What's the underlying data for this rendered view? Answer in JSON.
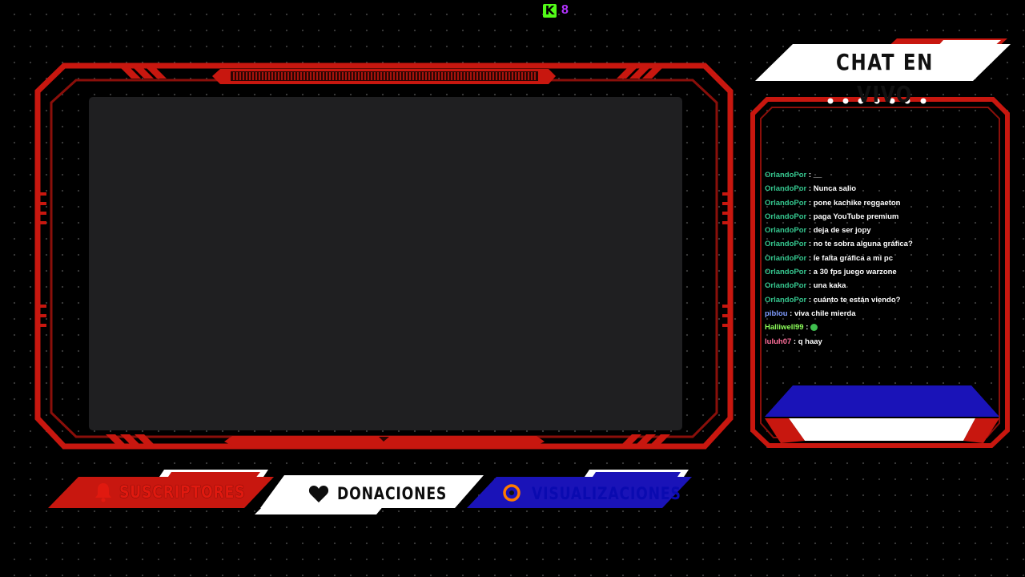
{
  "viewer_badge": {
    "icon": "kick-logo-icon",
    "count": "8"
  },
  "chat": {
    "title": "CHAT EN VIVO",
    "messages": [
      {
        "user": "OrlandoPor",
        "color": "#35c78f",
        "text": "__"
      },
      {
        "user": "OrlandoPor",
        "color": "#35c78f",
        "text": "Nunca salio"
      },
      {
        "user": "OrlandoPor",
        "color": "#35c78f",
        "text": "pone kachike reggaeton"
      },
      {
        "user": "OrlandoPor",
        "color": "#35c78f",
        "text": "paga YouTube premium"
      },
      {
        "user": "OrlandoPor",
        "color": "#35c78f",
        "text": "deja de ser jopy"
      },
      {
        "user": "OrlandoPor",
        "color": "#35c78f",
        "text": "no te sobra alguna gráfica?"
      },
      {
        "user": "OrlandoPor",
        "color": "#35c78f",
        "text": "le falta gráfica a mi pc"
      },
      {
        "user": "OrlandoPor",
        "color": "#35c78f",
        "text": "a 30 fps juego warzone"
      },
      {
        "user": "OrlandoPor",
        "color": "#35c78f",
        "text": "una kaka"
      },
      {
        "user": "OrlandoPor",
        "color": "#35c78f",
        "text": "cuánto te están viendo?"
      },
      {
        "user": "piblou",
        "color": "#7f9cff",
        "text": "viva chile mierda"
      },
      {
        "user": "Halliwell99",
        "color": "#8dff5b",
        "text": ""
      },
      {
        "user": "luluh07",
        "color": "#ff6f9b",
        "text": "q haay"
      }
    ]
  },
  "stats": {
    "subscribers": {
      "label": "SUSCRIPTORES",
      "icon": "bell-icon",
      "color": "#c8170f"
    },
    "donations": {
      "label": "DONACIONES",
      "icon": "heart-icon",
      "color": "#ffffff"
    },
    "views": {
      "label": "VISUALIZACIONES",
      "icon": "eye-icon",
      "color": "#1a13b8"
    }
  },
  "colors": {
    "frame_red": "#c8170f",
    "dark_red": "#8a0f0a",
    "accent_blue": "#1a13b8",
    "video_bg": "#1f1f21"
  }
}
